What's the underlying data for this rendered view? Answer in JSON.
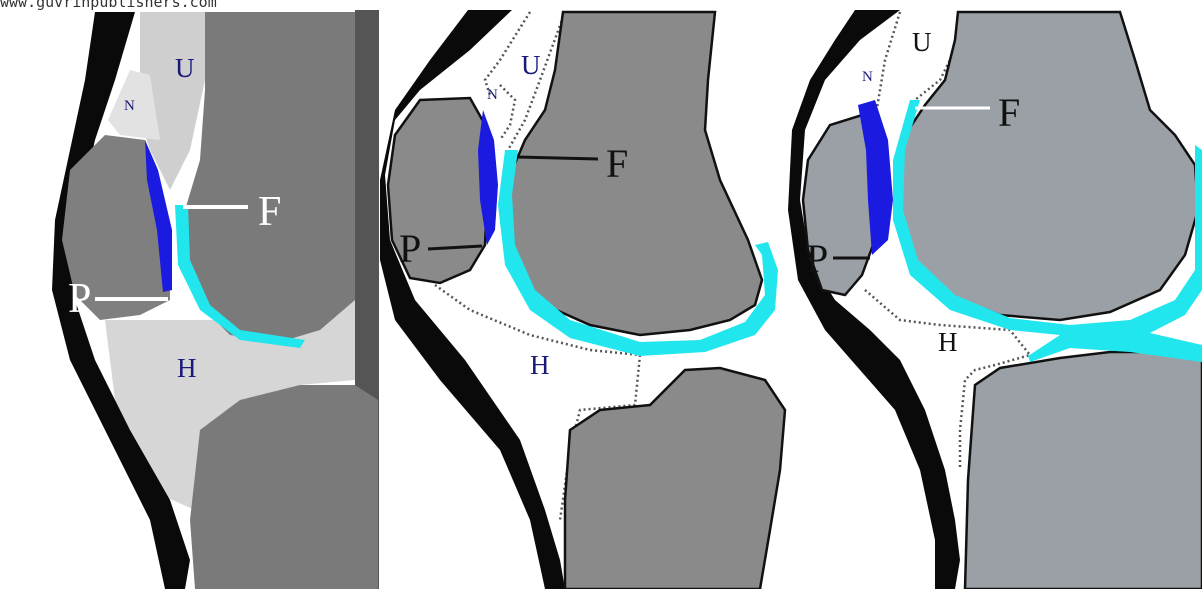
{
  "watermark": "www.guvrinpublishers.com",
  "panels": [
    {
      "labels": {
        "U": "U",
        "N": "N",
        "F": "F",
        "P": "P",
        "H": "H"
      }
    },
    {
      "labels": {
        "U": "U",
        "N": "N",
        "F": "F",
        "P": "P",
        "H": "H"
      }
    },
    {
      "labels": {
        "U": "U",
        "N": "N",
        "F": "F",
        "P": "P",
        "H": "H"
      }
    }
  ],
  "colors": {
    "bone": "#8a8a8a",
    "bone_light": "#9aa0a5",
    "fat_light": "#d6d6d6",
    "patellar_cartilage": "#1a1ae0",
    "femoral_cartilage": "#22e6ee",
    "tendon": "#0a0a0a"
  }
}
